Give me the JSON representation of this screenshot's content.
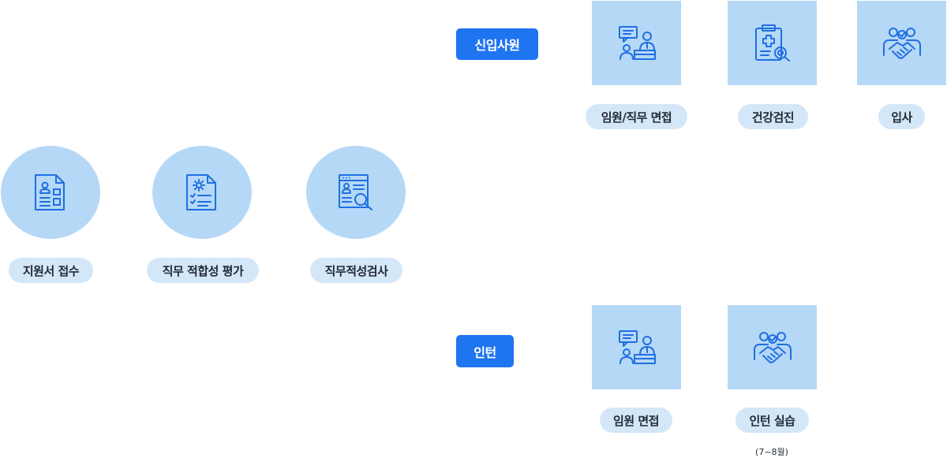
{
  "common_steps": [
    {
      "label": "지원서 접수",
      "icon": "application-form-icon"
    },
    {
      "label": "직무 적합성 평가",
      "icon": "document-gear-checklist-icon"
    },
    {
      "label": "직무적성검사",
      "icon": "profile-search-icon"
    }
  ],
  "tracks": {
    "new_hire": {
      "label": "신입사원",
      "steps": [
        {
          "label": "임원/직무 면접",
          "icon": "interview-icon"
        },
        {
          "label": "건강검진",
          "icon": "medical-checkup-icon"
        },
        {
          "label": "입사",
          "icon": "handshake-icon"
        }
      ]
    },
    "intern": {
      "label": "인턴",
      "steps": [
        {
          "label": "임원 면접",
          "icon": "interview-icon"
        },
        {
          "label": "인턴 실습",
          "sublabel": "(7~8월)",
          "icon": "handshake-icon"
        }
      ]
    }
  },
  "colors": {
    "icon_background": "#b5d8f7",
    "label_background": "#d4e7f9",
    "accent": "#1f74f0",
    "icon_stroke": "#1f6fe0"
  }
}
